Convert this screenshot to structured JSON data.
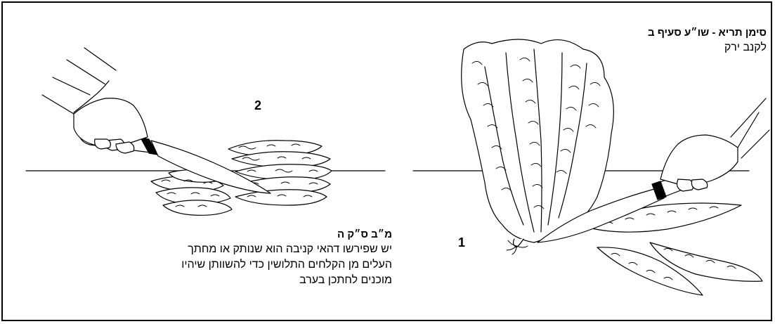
{
  "source": {
    "title": "סימן תריא - שו״ע סעיף ב",
    "subtitle": "לקנב ירק"
  },
  "commentary": {
    "title": "מ״ב ס״ק ה",
    "lines": [
      "יש שפירשו דהאי קניבה הוא שנותק או מחתך",
      "העלים מן הקלחים התלושין כדי להשוותן שיהיו",
      "מוכנים לחתכן בערב"
    ]
  },
  "step_labels": {
    "step_1": "1",
    "step_2": "2"
  },
  "icons": [
    "hand-holding-knife-icon",
    "lettuce-head-icon",
    "cut-leaves-pile-icon",
    "separated-leaf-icon"
  ]
}
